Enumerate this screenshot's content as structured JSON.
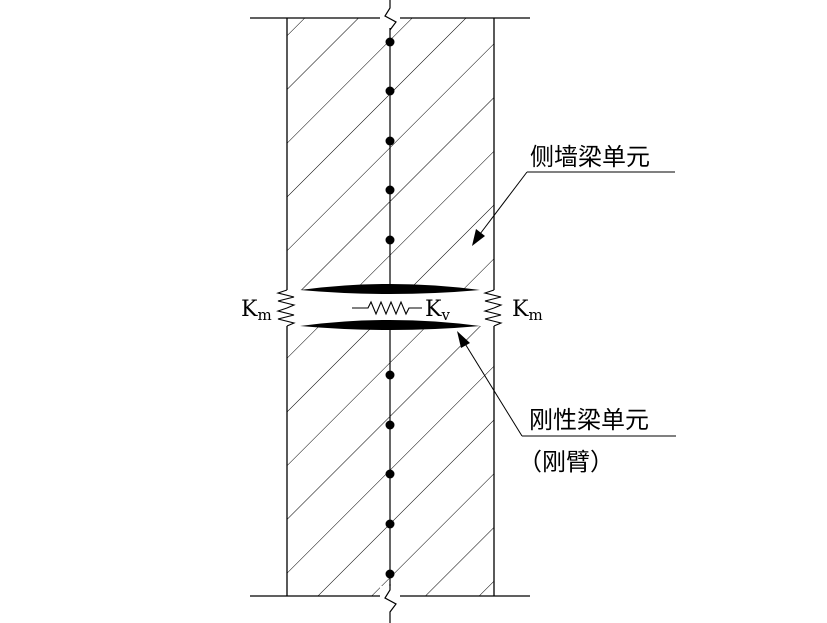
{
  "labels": {
    "side_wall_beam": "侧墙梁单元",
    "rigid_beam": "刚性梁单元",
    "rigid_arm": "（刚臂）",
    "k_m": "K",
    "k_m_sub": "m",
    "k_v": "K",
    "k_v_sub": "v"
  },
  "colors": {
    "line": "#000000",
    "background": "#ffffff"
  }
}
